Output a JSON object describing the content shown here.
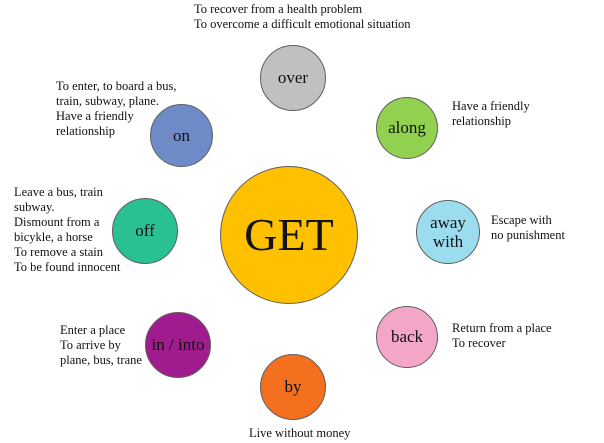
{
  "center": {
    "label": "GET",
    "color": "#FFC000"
  },
  "particles": [
    {
      "id": "over",
      "label": "over",
      "color": "#C0C0C0",
      "meanings": [
        "To recover from a health problem",
        "To overcome a difficult emotional situation"
      ]
    },
    {
      "id": "along",
      "label": "along",
      "color": "#92D050",
      "meanings": [
        "Have a friendly",
        "relationship"
      ]
    },
    {
      "id": "away-with",
      "label_lines": [
        "away",
        "with"
      ],
      "color": "#9BDCEF",
      "meanings": [
        "Escape with",
        "no punishment"
      ]
    },
    {
      "id": "back",
      "label": "back",
      "color": "#F4A6C8",
      "meanings": [
        "Return from a place",
        "To recover"
      ]
    },
    {
      "id": "by",
      "label": "by",
      "color": "#F46F1E",
      "meanings": [
        "Live without money"
      ]
    },
    {
      "id": "in-into",
      "label": "in / into",
      "color": "#A01C8E",
      "meanings": [
        "Enter a place",
        "To arrive by",
        "plane, bus, trane"
      ]
    },
    {
      "id": "off",
      "label": "off",
      "color": "#29C193",
      "meanings": [
        "Leave a bus, train",
        "subway.",
        "Dismount from a",
        "bicykle, a horse",
        "To remove a stain",
        "To be found innocent"
      ]
    },
    {
      "id": "on",
      "label": "on",
      "color": "#6E8BC7",
      "meanings": [
        "To enter, to board a bus,",
        "train, subway, plane.",
        "Have a friendly",
        "relationship"
      ]
    }
  ]
}
